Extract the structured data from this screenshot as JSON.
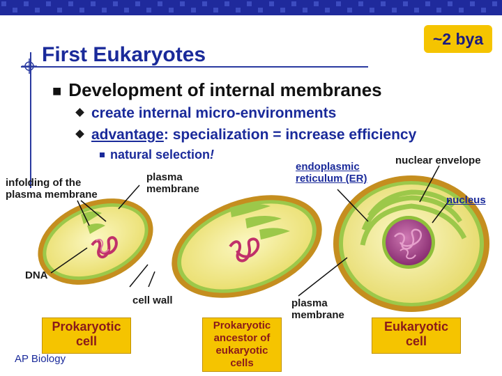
{
  "header": {
    "badge": "~2 bya"
  },
  "slide": {
    "title": "First Eukaryotes",
    "bullet": "Development of internal membranes",
    "sub_bullets": [
      {
        "text": "create internal micro-environments"
      },
      {
        "prefix": "advantage",
        "text": ": specialization = increase efficiency"
      }
    ],
    "sub_sub_bullet": {
      "text": "natural selection",
      "suffix": "!"
    }
  },
  "labels": {
    "infolding": [
      "infolding of the",
      "plasma membrane"
    ],
    "plasma_membrane_top": [
      "plasma",
      "membrane"
    ],
    "er": [
      "endoplasmic",
      "reticulum (ER)"
    ],
    "nuclear_envelope": "nuclear envelope",
    "nucleus": "nucleus",
    "dna": "DNA",
    "cell_wall": "cell wall",
    "plasma_membrane_bottom": [
      "plasma",
      "membrane"
    ]
  },
  "boxes": {
    "prokaryotic": [
      "Prokaryotic",
      "cell"
    ],
    "ancestor": [
      "Prokaryotic",
      "ancestor of",
      "eukaryotic",
      "cells"
    ],
    "eukaryotic": [
      "Eukaryotic",
      "cell"
    ]
  },
  "footer": {
    "course": "AP Biology"
  },
  "colors": {
    "header_bar": "#1f2a9c",
    "title": "#1a2a9a",
    "badge": "#f5c400",
    "cell_wall_fill": "#d8a428",
    "cytoplasm": "#f3ef9a",
    "membrane": "#8fbf3a",
    "dna": "#c0306a",
    "nucleus": "#a8408a"
  }
}
